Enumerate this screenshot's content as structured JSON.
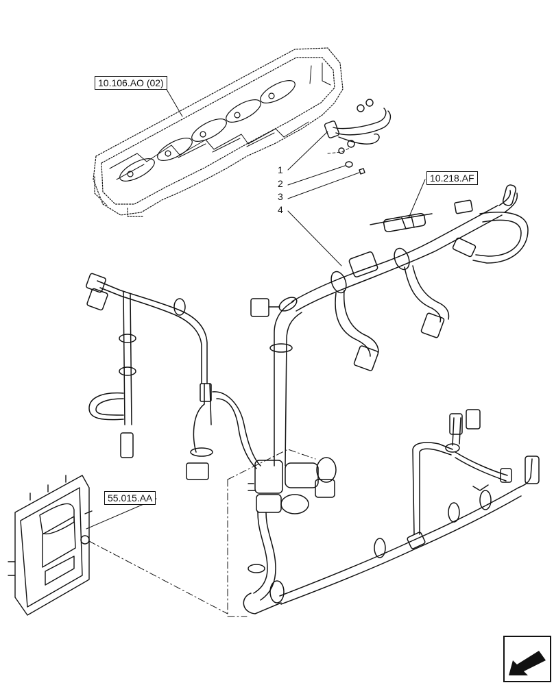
{
  "references": {
    "rocker_cover": "10.106.AO (02)",
    "injector": "10.218.AF",
    "ecu": "55.015.AA"
  },
  "callouts": [
    "1",
    "2",
    "3",
    "4"
  ],
  "icons": {
    "navigation": "previous-page-arrow-icon"
  }
}
